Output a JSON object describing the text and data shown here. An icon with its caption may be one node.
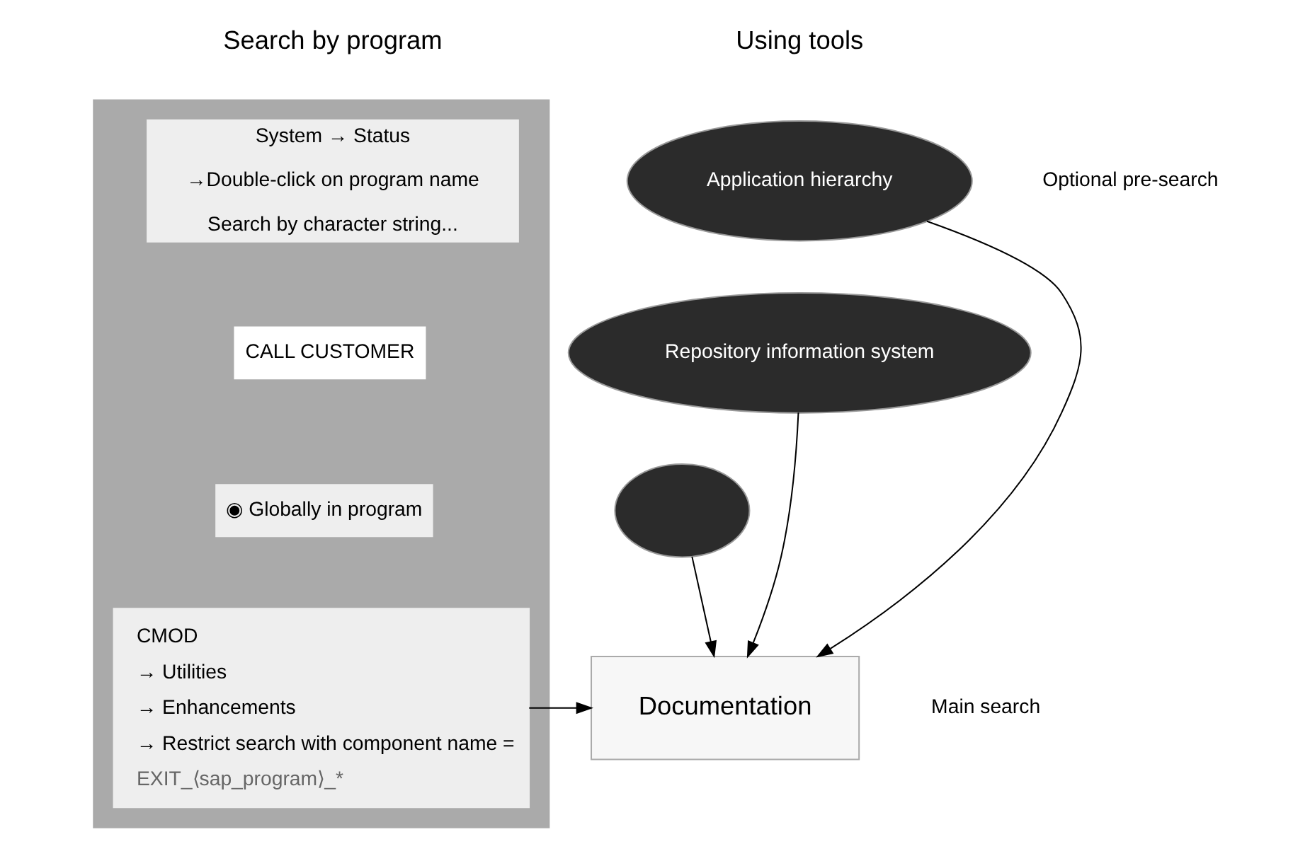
{
  "diagram": {
    "nodes": [
      {
        "text": [],
        "shape": "box"
      },
      {
        "text": [
          "System → Status",
          "→Double-click on program name",
          "Search by character string..."
        ],
        "in": 0
      },
      {
        "text": [
          "CALL CUSTOMER"
        ],
        "in": 0
      },
      {
        "text": [
          "◉ Globally in program"
        ],
        "in": 0
      },
      {
        "text": [
          "CMOD",
          "→ Utilities",
          "→ Enhancements",
          "→ Restrict search with component name =",
          "EXIT_⟨sap_program⟩_*"
        ],
        "in": 0
      },
      {
        "text": [
          "Application hierarchy"
        ]
      },
      {
        "text": [
          "Repository information system"
        ]
      },
      {
        "text": [],
        "shape": "cloud"
      },
      {
        "text": [
          "Documentation"
        ]
      }
    ],
    "edges": [
      {
        "from": 4,
        "to": 8,
        "arrow": "to"
      },
      {
        "from": 5,
        "to": 8,
        "arrow": "to"
      },
      {
        "from": 6,
        "to": 8,
        "arrow": "to"
      },
      {
        "from": 7,
        "to": 8,
        "arrow": "to"
      }
    ],
    "labels": [
      "Search by program",
      "Using tools",
      "Optional pre-search",
      "Main search"
    ]
  }
}
